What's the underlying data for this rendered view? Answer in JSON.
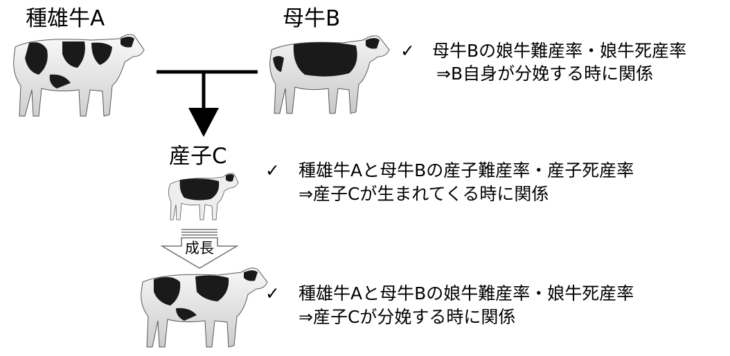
{
  "labels": {
    "sire": "種雄牛A",
    "dam": "母牛B",
    "calf": "産子C",
    "growth": "成長"
  },
  "notes": [
    {
      "check": "✓",
      "line1": "母牛Bの娘牛難産率・娘牛死産率",
      "line2": "⇒B自身が分娩する時に関係"
    },
    {
      "check": "✓",
      "line1": "種雄牛Aと母牛Bの産子難産率・産子死産率",
      "line2": "⇒産子Cが生まれてくる時に関係"
    },
    {
      "check": "✓",
      "line1": "種雄牛Aと母牛Bの娘牛難産率・娘牛死産率",
      "line2": "⇒産子Cが分娩する時に関係"
    }
  ],
  "icons": {
    "sire": "holstein-cow-icon",
    "dam": "holstein-cow-icon",
    "calf": "holstein-calf-icon",
    "grown": "holstein-cow-icon",
    "arrow": "down-arrow-icon",
    "growth_arrow": "hollow-down-arrow-icon"
  },
  "colors": {
    "ink": "#000000",
    "cow_black": "#1a1a1a",
    "cow_white": "#f2f2f2",
    "arrow_outline": "#707070"
  }
}
